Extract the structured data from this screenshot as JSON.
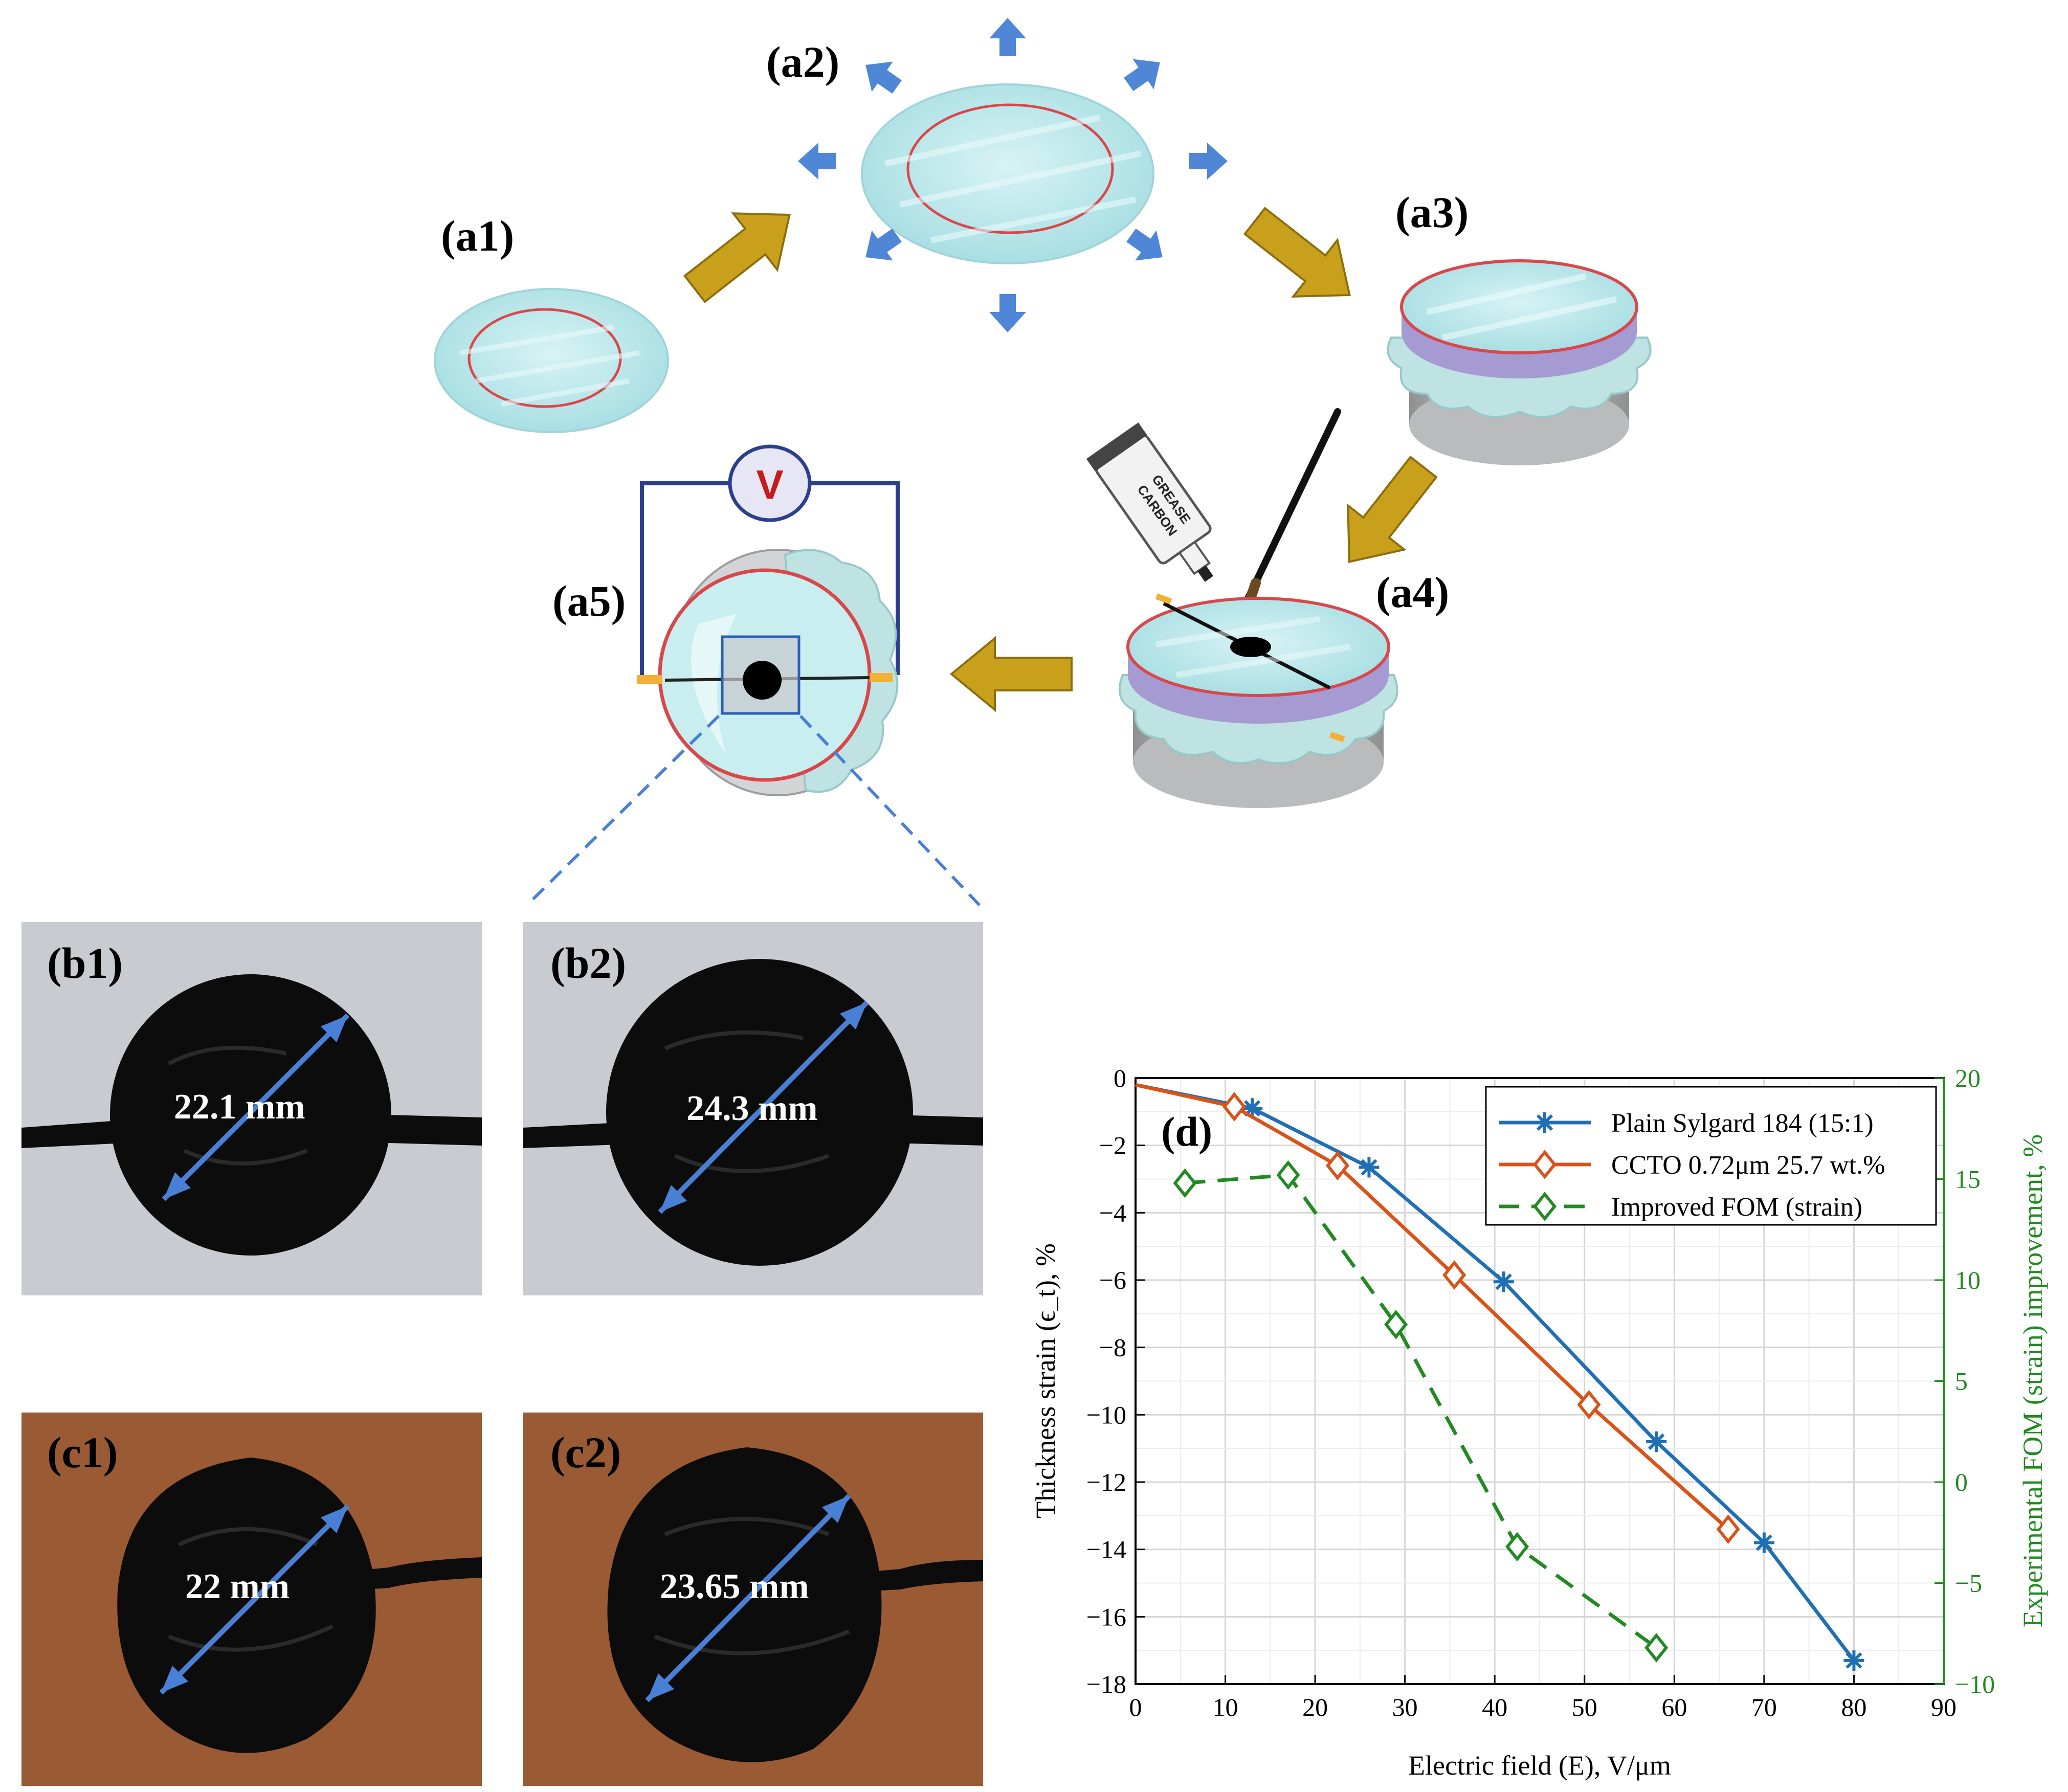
{
  "panel_labels": {
    "a1": "(a1)",
    "a2": "(a2)",
    "a3": "(a3)",
    "a4": "(a4)",
    "a5": "(a5)",
    "b1": "(b1)",
    "b2": "(b2)",
    "c1": "(c1)",
    "c2": "(c2)",
    "d": "(d)"
  },
  "voltmeter_label": "V",
  "tube_text": [
    "CARBON",
    "GREASE"
  ],
  "measurements": {
    "b1": "22.1 mm",
    "b2": "24.3 mm",
    "c1": "22 mm",
    "c2": "23.65 mm"
  },
  "colors": {
    "film": "#b6e4e8",
    "rim": "#d9474b",
    "stretch_arrow": "#4f86d6",
    "process_arrow": "#c9a01c",
    "measure_arrow": "#4a7fd6",
    "wire": "#2b3f8e",
    "b_background": "#c8ccd0",
    "c_background": "#9a5a34",
    "series_blue": "#1f6fb5",
    "series_orange": "#d95319",
    "series_green": "#218a21"
  },
  "chart_data": {
    "type": "line",
    "panel_label": "(d)",
    "xlabel": "Electric field (E), V/μm",
    "ylabel_left": "Thickness strain (ϵ_t), %",
    "ylabel_right": "Experimental FOM (strain) improvement, %",
    "xlim": [
      0,
      90
    ],
    "ylim_left": [
      -18,
      0
    ],
    "ylim_right": [
      -10,
      20
    ],
    "x_ticks": [
      "0",
      "10",
      "20",
      "30",
      "40",
      "50",
      "60",
      "70",
      "80",
      "90"
    ],
    "y_left_ticks": [
      "0",
      "−2",
      "−4",
      "−6",
      "−8",
      "−10",
      "−12",
      "−14",
      "−16",
      "−18"
    ],
    "y_right_ticks": [
      "20",
      "15",
      "10",
      "5",
      "0",
      "−5",
      "−10"
    ],
    "grid": true,
    "legend_position": "top-right",
    "series": [
      {
        "name": "Plain Sylgard 184 (15:1)",
        "axis": "left",
        "marker": "asterisk",
        "line": "solid",
        "color": "#1f6fb5",
        "points": [
          [
            0,
            -0.2
          ],
          [
            13,
            -0.9
          ],
          [
            26,
            -2.65
          ],
          [
            41,
            -6.05
          ],
          [
            58,
            -10.8
          ],
          [
            70,
            -13.8
          ],
          [
            80,
            -17.3
          ]
        ]
      },
      {
        "name": "CCTO 0.72μm 25.7 wt.%",
        "axis": "left",
        "marker": "diamond",
        "line": "solid",
        "color": "#d95319",
        "points": [
          [
            0,
            -0.2
          ],
          [
            11,
            -0.85
          ],
          [
            22.5,
            -2.6
          ],
          [
            35.5,
            -5.85
          ],
          [
            50.5,
            -9.7
          ],
          [
            66,
            -13.4
          ]
        ]
      },
      {
        "name": "Improved FOM (strain)",
        "axis": "right",
        "marker": "diamond",
        "line": "dashed",
        "color": "#218a21",
        "points": [
          [
            5.5,
            14.8
          ],
          [
            17,
            15.2
          ],
          [
            29,
            7.8
          ],
          [
            42.5,
            -3.2
          ],
          [
            58,
            -8.2
          ]
        ]
      }
    ]
  }
}
